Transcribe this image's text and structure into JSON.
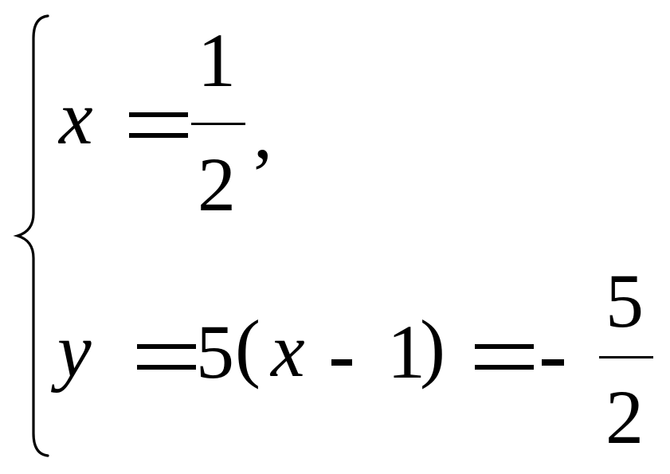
{
  "system": {
    "line1": {
      "var": "x",
      "num": "1",
      "den": "2",
      "comma": ","
    },
    "line2": {
      "var": "y",
      "coef": "5",
      "lparen": "(",
      "inner_var": "x",
      "inner_const": "1",
      "rparen": ")",
      "num": "5",
      "den": "2"
    }
  }
}
